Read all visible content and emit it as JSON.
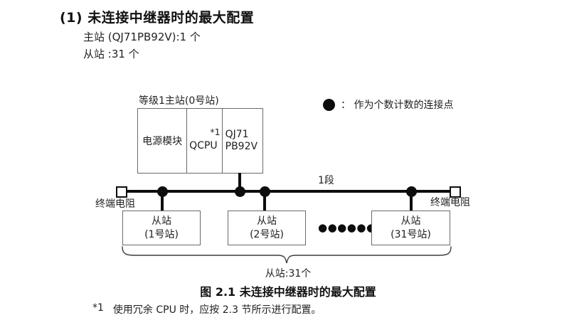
{
  "header": {
    "title": "(1) 未连接中继器时的最大配置",
    "master_count_line": "主站 (QJ71PB92V):1 个",
    "slave_count_line": "从站 :31 个"
  },
  "diagram": {
    "master_group_label": "等级1主站(0号站)",
    "master_modules": [
      {
        "label": "电源模块"
      },
      {
        "label": "QCPU",
        "note": "*1"
      },
      {
        "label_line1": "QJ71",
        "label_line2": "PB92V"
      }
    ],
    "legend": {
      "text": "：  作为个数计数的连接点"
    },
    "segment_label": "1段",
    "terminators": {
      "left_label": "终端电阻",
      "right_label": "终端电阻"
    },
    "slaves": [
      {
        "line1": "从站",
        "line2": "(1号站)"
      },
      {
        "line1": "从站",
        "line2": "(2号站)"
      },
      {
        "line1": "从站",
        "line2": "(31号站)"
      }
    ],
    "ellipsis": "●●●●●●",
    "brace_label": "从站:31个"
  },
  "caption": "图 2.1 未连接中继器时的最大配置",
  "footnote": {
    "marker": "*1",
    "text": "使用冗余 CPU 时，应按 2.3 节所示进行配置。"
  }
}
